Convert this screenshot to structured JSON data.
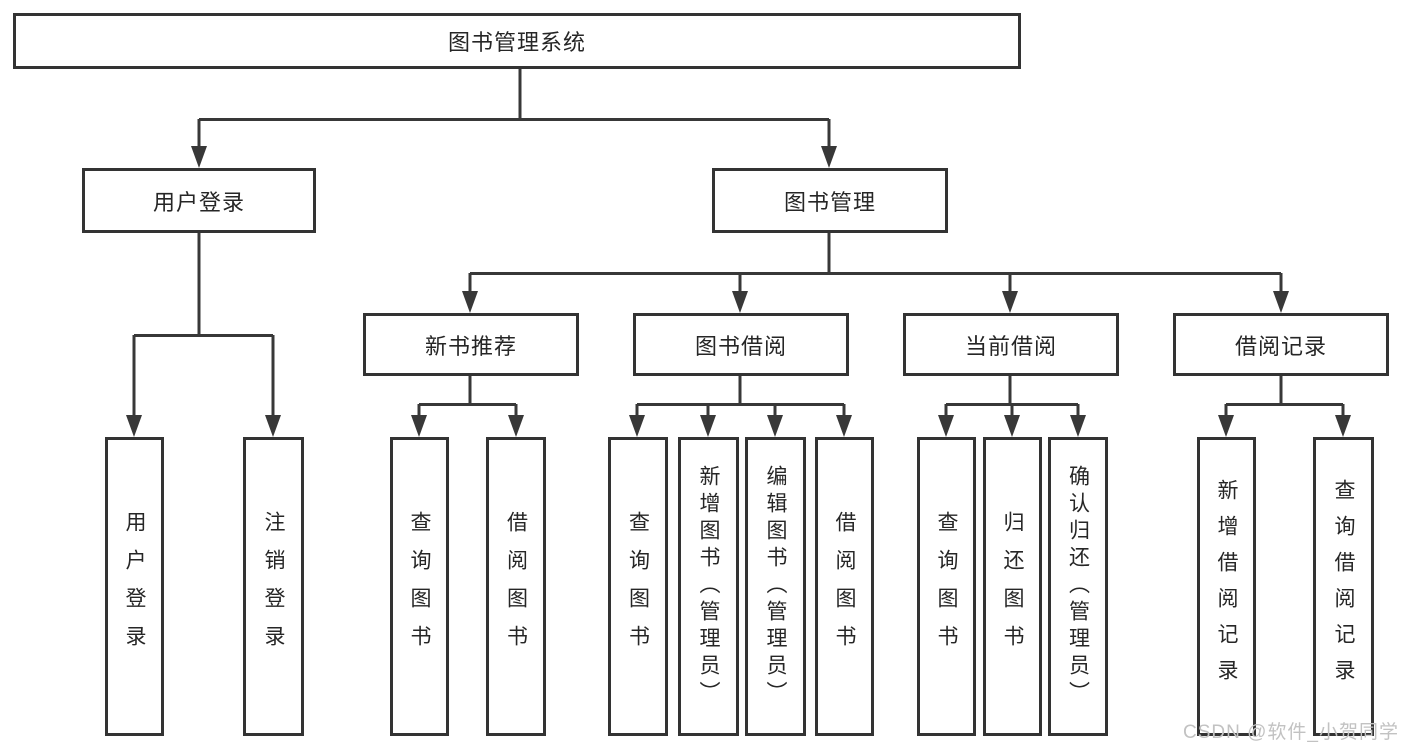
{
  "diagram_title": "图书管理系统",
  "tree": {
    "label": "图书管理系统",
    "children": [
      {
        "label": "用户登录",
        "children": [
          {
            "label": "用户登录"
          },
          {
            "label": "注销登录"
          }
        ]
      },
      {
        "label": "图书管理",
        "children": [
          {
            "label": "新书推荐",
            "children": [
              {
                "label": "查询图书"
              },
              {
                "label": "借阅图书"
              }
            ]
          },
          {
            "label": "图书借阅",
            "children": [
              {
                "label": "查询图书"
              },
              {
                "label": "新增图书（管理员）"
              },
              {
                "label": "编辑图书（管理员）"
              },
              {
                "label": "借阅图书"
              }
            ]
          },
          {
            "label": "当前借阅",
            "children": [
              {
                "label": "查询图书"
              },
              {
                "label": "归还图书"
              },
              {
                "label": "确认归还（管理员）"
              }
            ]
          },
          {
            "label": "借阅记录",
            "children": [
              {
                "label": "新增借阅记录"
              },
              {
                "label": "查询借阅记录"
              }
            ]
          }
        ]
      }
    ]
  },
  "watermark": {
    "text": "CSDN @软件_小贺同学"
  },
  "colors": {
    "line": "#383838",
    "box_border": "#333333",
    "text": "#262626",
    "watermark": "#c2c2c2",
    "background": "#ffffff"
  }
}
